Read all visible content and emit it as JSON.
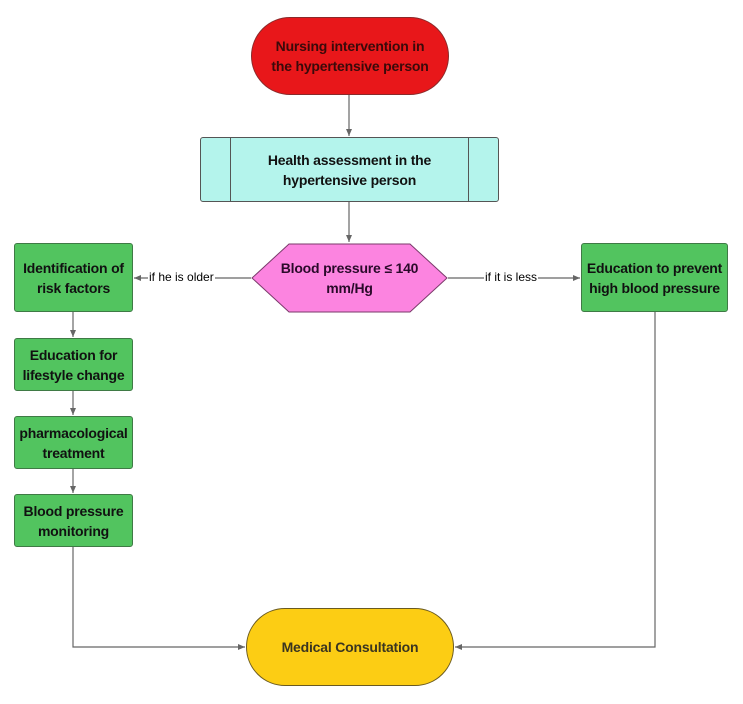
{
  "diagram": {
    "nodes": {
      "start": {
        "label": "Nursing intervention in the hypertensive person",
        "shape": "terminator",
        "color": "#e8171a"
      },
      "assessment": {
        "label": "Health assessment in the hypertensive person",
        "shape": "predefined-process",
        "color": "#b4f4ec"
      },
      "decision": {
        "label": "Blood pressure ≤ 140 mm/Hg",
        "shape": "hexagon",
        "color": "#fc84e0"
      },
      "risk_factors": {
        "label": "Identification of risk factors",
        "shape": "process",
        "color": "#52c45f"
      },
      "lifestyle": {
        "label": "Education for lifestyle change",
        "shape": "process",
        "color": "#52c45f"
      },
      "pharmacological": {
        "label": "pharmacological treatment",
        "shape": "process",
        "color": "#52c45f"
      },
      "monitoring": {
        "label": "Blood pressure monitoring",
        "shape": "process",
        "color": "#52c45f"
      },
      "prevention": {
        "label": "Education to prevent high blood pressure",
        "shape": "process",
        "color": "#52c45f"
      },
      "consultation": {
        "label": "Medical Consultation",
        "shape": "terminator",
        "color": "#fccd14"
      }
    },
    "edges": [
      {
        "from": "start",
        "to": "assessment",
        "label": ""
      },
      {
        "from": "assessment",
        "to": "decision",
        "label": ""
      },
      {
        "from": "decision",
        "to": "risk_factors",
        "label": "if he is older"
      },
      {
        "from": "decision",
        "to": "prevention",
        "label": "if it is less"
      },
      {
        "from": "risk_factors",
        "to": "lifestyle",
        "label": ""
      },
      {
        "from": "lifestyle",
        "to": "pharmacological",
        "label": ""
      },
      {
        "from": "pharmacological",
        "to": "monitoring",
        "label": ""
      },
      {
        "from": "monitoring",
        "to": "consultation",
        "label": ""
      },
      {
        "from": "prevention",
        "to": "consultation",
        "label": ""
      }
    ]
  }
}
